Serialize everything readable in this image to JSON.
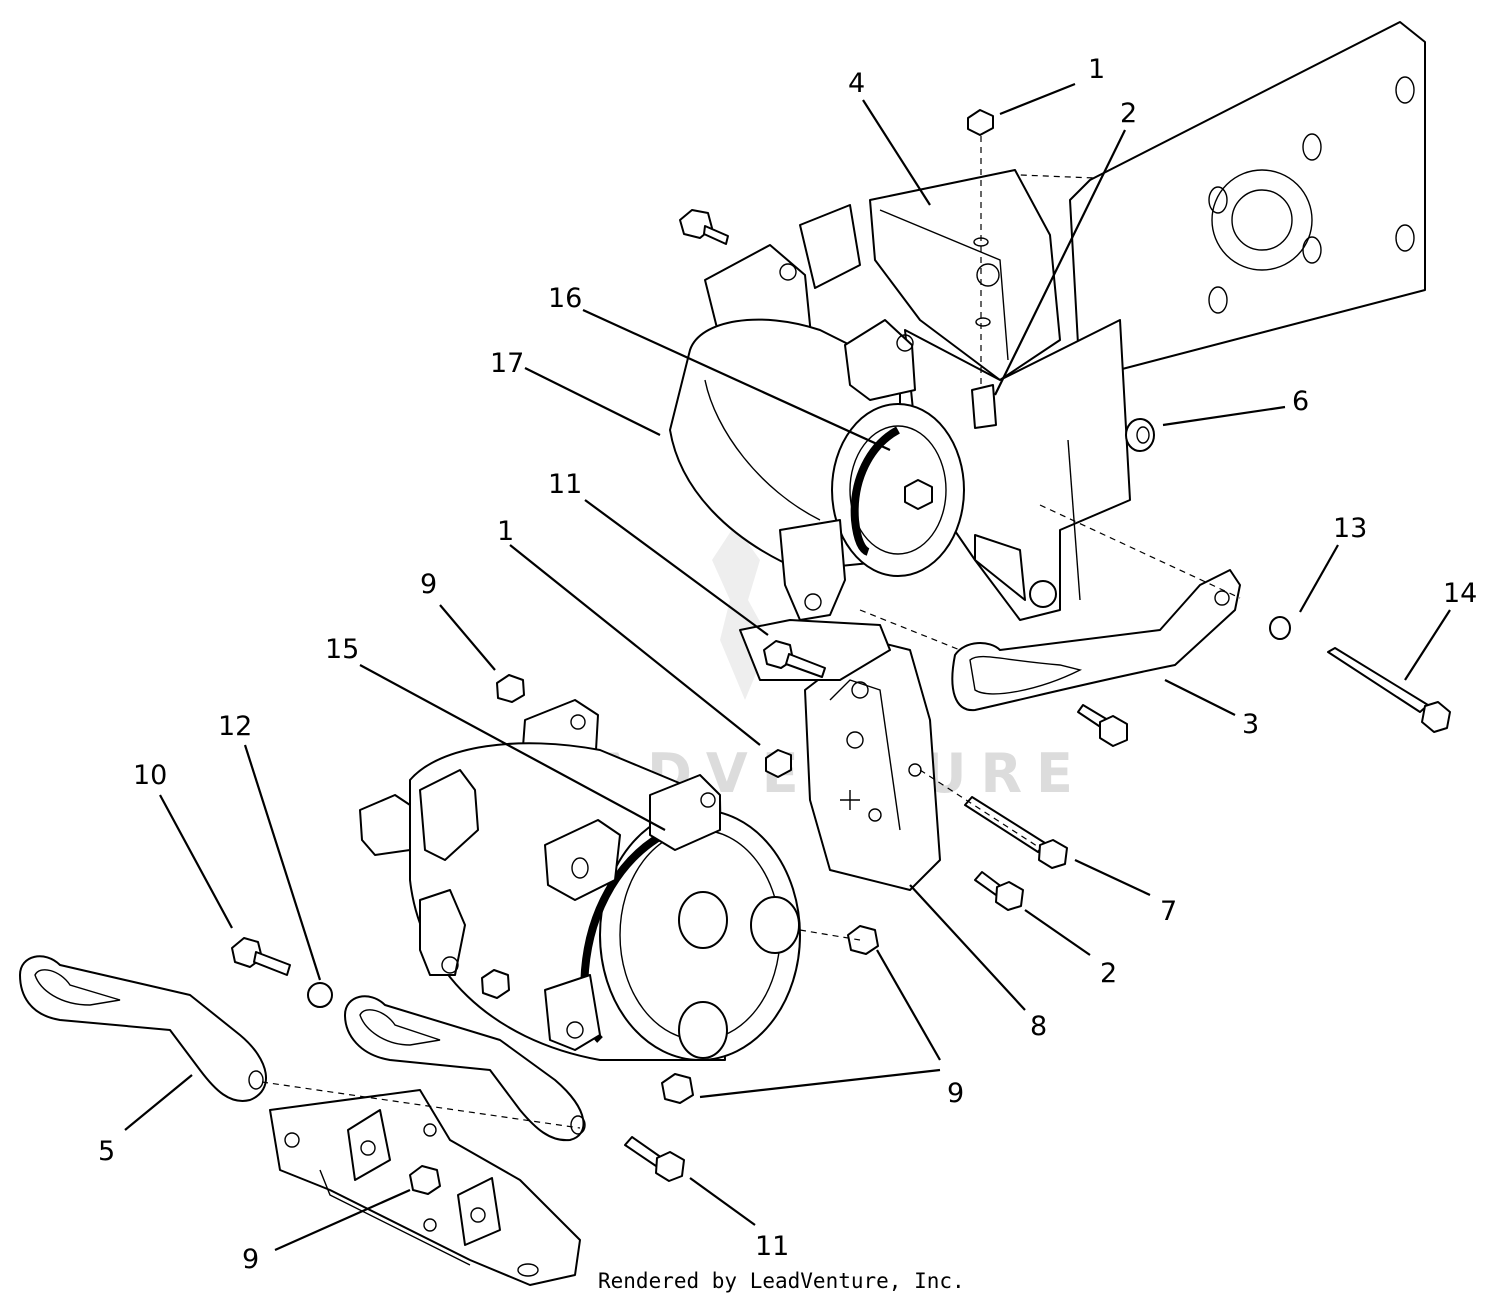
{
  "callouts": [
    {
      "label": "1"
    },
    {
      "label": "2"
    },
    {
      "label": "4"
    },
    {
      "label": "16"
    },
    {
      "label": "17"
    },
    {
      "label": "6"
    },
    {
      "label": "11"
    },
    {
      "label": "1"
    },
    {
      "label": "13"
    },
    {
      "label": "14"
    },
    {
      "label": "9"
    },
    {
      "label": "15"
    },
    {
      "label": "3"
    },
    {
      "label": "12"
    },
    {
      "label": "10"
    },
    {
      "label": "7"
    },
    {
      "label": "2"
    },
    {
      "label": "8"
    },
    {
      "label": "9"
    },
    {
      "label": "5"
    },
    {
      "label": "11"
    },
    {
      "label": "9"
    }
  ],
  "watermark": "LEADVENTURE",
  "credit": "Rendered by LeadVenture, Inc."
}
